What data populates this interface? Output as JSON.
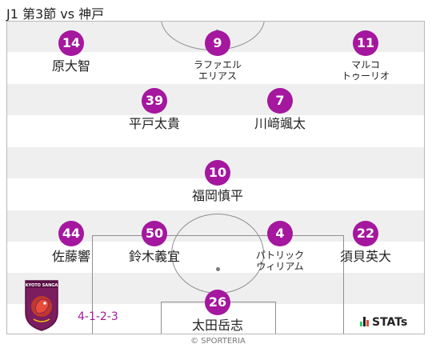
{
  "title": "J1 第3節 vs 神戸",
  "formation": "4-1-2-3",
  "brand": "STATs",
  "copyright": "© SPORTERIA",
  "colors": {
    "player_circle": "#a4179e",
    "formation_text": "#a4179e",
    "stripe": "#efefef"
  },
  "crest": {
    "text": "KYOTO SANGA",
    "icon": "kyoto-sanga-crest"
  },
  "players": [
    {
      "number": "14",
      "name": "原大智"
    },
    {
      "number": "9",
      "name": "ラファエル\nエリアス"
    },
    {
      "number": "11",
      "name": "マルコ\nトゥーリオ"
    },
    {
      "number": "39",
      "name": "平戸太貴"
    },
    {
      "number": "7",
      "name": "川﨑颯太"
    },
    {
      "number": "10",
      "name": "福岡慎平"
    },
    {
      "number": "44",
      "name": "佐藤響"
    },
    {
      "number": "50",
      "name": "鈴木義宜"
    },
    {
      "number": "4",
      "name": "パトリック\nウィリアム"
    },
    {
      "number": "22",
      "name": "須貝英大"
    },
    {
      "number": "26",
      "name": "太田岳志"
    }
  ]
}
